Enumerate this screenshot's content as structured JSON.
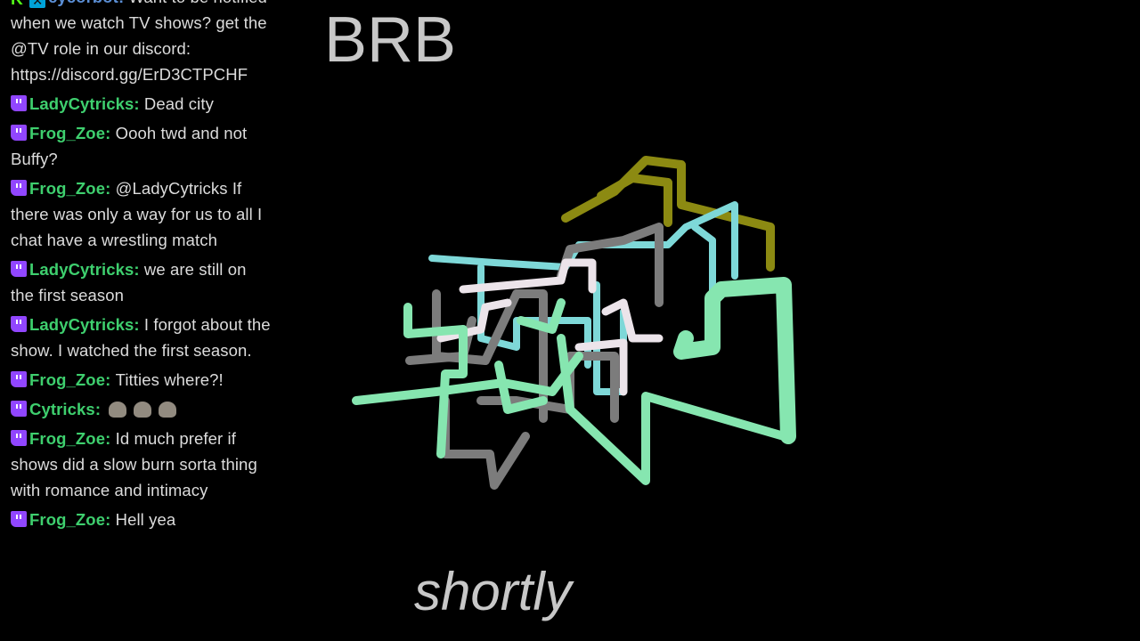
{
  "overlay": {
    "title": "BRB",
    "subtitle": "shortly"
  },
  "chat": [
    {
      "badges": [
        "kick",
        "mod"
      ],
      "user": "cycorbot",
      "color": "#5b8fd6",
      "text": "Want to be notified when we watch TV shows? get the @TV role in our discord: https://discord.gg/ErD3CTPCHF"
    },
    {
      "badges": [
        "twitch"
      ],
      "user": "LadyCytricks",
      "color": "#3ecf6e",
      "text": "Dead city"
    },
    {
      "badges": [
        "twitch"
      ],
      "user": "Frog_Zoe",
      "color": "#3ecf6e",
      "text": "Oooh twd and not Buffy?"
    },
    {
      "badges": [
        "twitch"
      ],
      "user": "Frog_Zoe",
      "color": "#3ecf6e",
      "text": "@LadyCytricks If there was only a way for us to all I chat have a wrestling match"
    },
    {
      "badges": [
        "twitch"
      ],
      "user": "LadyCytricks",
      "color": "#3ecf6e",
      "text": "we are still on the first season"
    },
    {
      "badges": [
        "twitch"
      ],
      "user": "LadyCytricks",
      "color": "#3ecf6e",
      "text": "I forgot about the show. I watched the first season."
    },
    {
      "badges": [
        "twitch"
      ],
      "user": "Frog_Zoe",
      "color": "#3ecf6e",
      "text": "Titties where?!"
    },
    {
      "badges": [
        "twitch"
      ],
      "user": "Cytricks",
      "color": "#3ecf6e",
      "text": "",
      "emotes": 3
    },
    {
      "badges": [
        "twitch"
      ],
      "user": "Frog_Zoe",
      "color": "#3ecf6e",
      "text": "Id much prefer if shows did a slow burn sorta thing with romance and intimacy"
    },
    {
      "badges": [
        "twitch"
      ],
      "user": "Frog_Zoe",
      "color": "#3ecf6e",
      "text": "Hell yea"
    }
  ],
  "pipe_colors": {
    "mint": "#86e6b0",
    "cyan": "#7ed8d8",
    "olive": "#8c8a12",
    "gray": "#7c7c7c",
    "white": "#ece4ea"
  }
}
